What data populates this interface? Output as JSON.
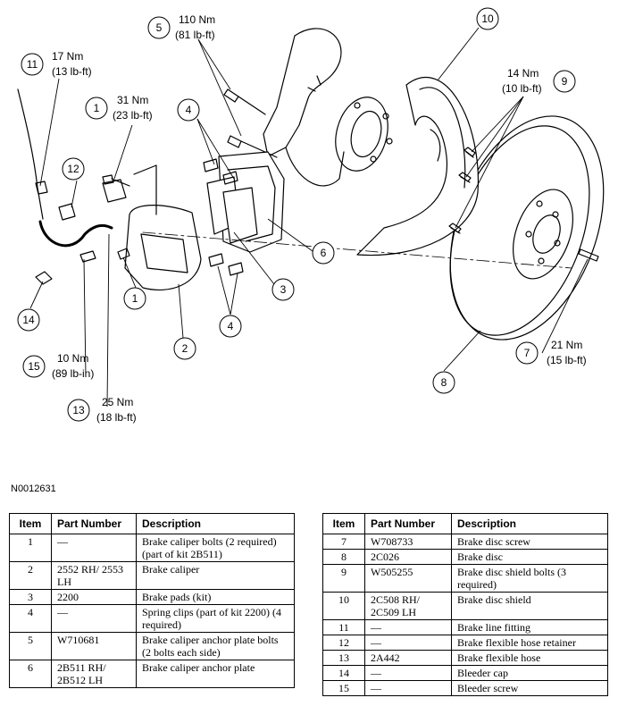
{
  "figure_id": "N0012631",
  "callouts": [
    {
      "num": "1",
      "line1": "31 Nm",
      "line2": "(23 lb-ft)"
    },
    {
      "num": "5",
      "line1": "110 Nm",
      "line2": "(81 lb-ft)"
    },
    {
      "num": "11",
      "line1": "17 Nm",
      "line2": "(13 lb-ft)"
    },
    {
      "num": "9",
      "line1": "14 Nm",
      "line2": "(10 lb-ft)"
    },
    {
      "num": "7",
      "line1": "21 Nm",
      "line2": "(15 lb-ft)"
    },
    {
      "num": "15",
      "line1": "10 Nm",
      "line2": "(89 lb-in)"
    },
    {
      "num": "13",
      "line1": "25 Nm",
      "line2": "(18 lb-ft)"
    }
  ],
  "labels": [
    "10",
    "4",
    "12",
    "6",
    "3",
    "1",
    "14",
    "4",
    "2",
    "8"
  ],
  "table": {
    "headers": [
      "Item",
      "Part Number",
      "Description"
    ],
    "left_rows": [
      {
        "item": "1",
        "part": "—",
        "desc": "Brake caliper bolts (2 required) (part of kit 2B511)"
      },
      {
        "item": "2",
        "part": "2552 RH/ 2553 LH",
        "desc": "Brake caliper"
      },
      {
        "item": "3",
        "part": "2200",
        "desc": "Brake pads (kit)"
      },
      {
        "item": "4",
        "part": "—",
        "desc": "Spring clips (part of kit 2200) (4 required)"
      },
      {
        "item": "5",
        "part": "W710681",
        "desc": "Brake caliper anchor plate bolts (2 bolts each side)"
      },
      {
        "item": "6",
        "part": "2B511 RH/ 2B512 LH",
        "desc": "Brake caliper anchor plate"
      }
    ],
    "right_rows": [
      {
        "item": "7",
        "part": "W708733",
        "desc": "Brake disc screw"
      },
      {
        "item": "8",
        "part": "2C026",
        "desc": "Brake disc"
      },
      {
        "item": "9",
        "part": "W505255",
        "desc": "Brake disc shield bolts (3 required)"
      },
      {
        "item": "10",
        "part": "2C508 RH/ 2C509 LH",
        "desc": "Brake disc shield"
      },
      {
        "item": "11",
        "part": "—",
        "desc": "Brake line fitting"
      },
      {
        "item": "12",
        "part": "—",
        "desc": "Brake flexible hose retainer"
      },
      {
        "item": "13",
        "part": "2A442",
        "desc": "Brake flexible hose"
      },
      {
        "item": "14",
        "part": "—",
        "desc": "Bleeder cap"
      },
      {
        "item": "15",
        "part": "—",
        "desc": "Bleeder screw"
      }
    ]
  }
}
